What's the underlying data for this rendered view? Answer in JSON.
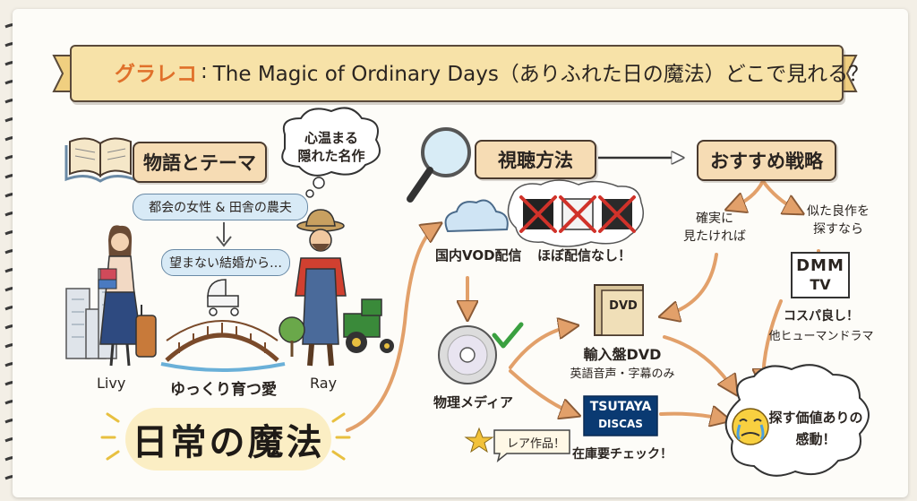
{
  "header": {
    "brand": "グラレコ",
    "colon": ":",
    "title": "The Magic of Ordinary Days（ありふれた日の魔法）どこで見れる？"
  },
  "story": {
    "heading": "物語とテーマ",
    "thought_line1": "心温まる",
    "thought_line2": "隠れた名作",
    "pill_top": "都会の女性 & 田舎の農夫",
    "pill_bottom": "望まない結婚から…",
    "name_left": "Livy",
    "name_center": "ゆっくり育つ愛",
    "name_right": "Ray",
    "magic": "日常の魔法"
  },
  "viewing": {
    "heading": "視聴方法",
    "vod_label": "国内VOD配信",
    "vod_note": "ほぼ配信なし！",
    "physical_label": "物理メディア",
    "rare_badge": "レア作品！",
    "dvd_icon": "DVD",
    "dvd_title": "輸入盤DVD",
    "dvd_sub": "英語音声・字幕のみ",
    "tsutaya_line1": "TSUTAYA",
    "tsutaya_line2": "DISCAS",
    "tsutaya_note": "在庫要チェック！"
  },
  "strategy": {
    "heading": "おすすめ戦略",
    "branch_left_line1": "確実に",
    "branch_left_line2": "見たければ",
    "branch_right_line1": "似た良作を",
    "branch_right_line2": "探すなら",
    "dmm_line1": "DMM",
    "dmm_line2": "TV",
    "dmm_note1": "コスパ良し！",
    "dmm_note2": "他ヒューマンドラマ",
    "result_line1": "探す価値ありの",
    "result_line2": "感動！"
  },
  "colors": {
    "accent_orange": "#e0702a",
    "box_fill": "#f6dcb4",
    "pill_fill": "#d8eaf6",
    "banner_fill": "#f7e2a8",
    "arrow": "#e2a06a",
    "cross_red": "#d0322a"
  },
  "icons": [
    "film-reel-icon",
    "heart-icon",
    "open-book-icon",
    "magnifier-icon",
    "cloud-icon",
    "cd-disc-icon",
    "check-icon",
    "star-icon",
    "dvd-case-icon",
    "crying-face-icon",
    "baby-stroller-icon",
    "tractor-icon"
  ]
}
